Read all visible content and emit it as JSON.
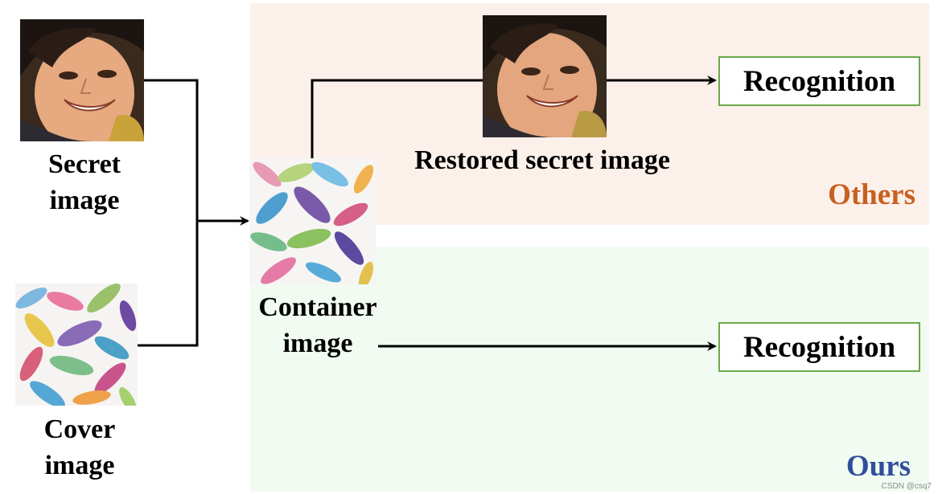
{
  "panels": {
    "others_label": "Others",
    "ours_label": "Ours"
  },
  "images": {
    "secret_caption_line1": "Secret",
    "secret_caption_line2": "image",
    "cover_caption_line1": "Cover",
    "cover_caption_line2": "image",
    "container_caption_line1": "Container",
    "container_caption_line2": "image",
    "restored_caption": "Restored secret image"
  },
  "boxes": {
    "recognition_top": "Recognition",
    "recognition_bottom": "Recognition"
  },
  "watermark": "CSDN @csq7",
  "colors": {
    "others_panel": "#fcf0ea",
    "ours_panel": "#f1fbf1",
    "others_text": "#c8601f",
    "ours_text": "#2f4f9c",
    "box_border": "#6aaa4a"
  }
}
